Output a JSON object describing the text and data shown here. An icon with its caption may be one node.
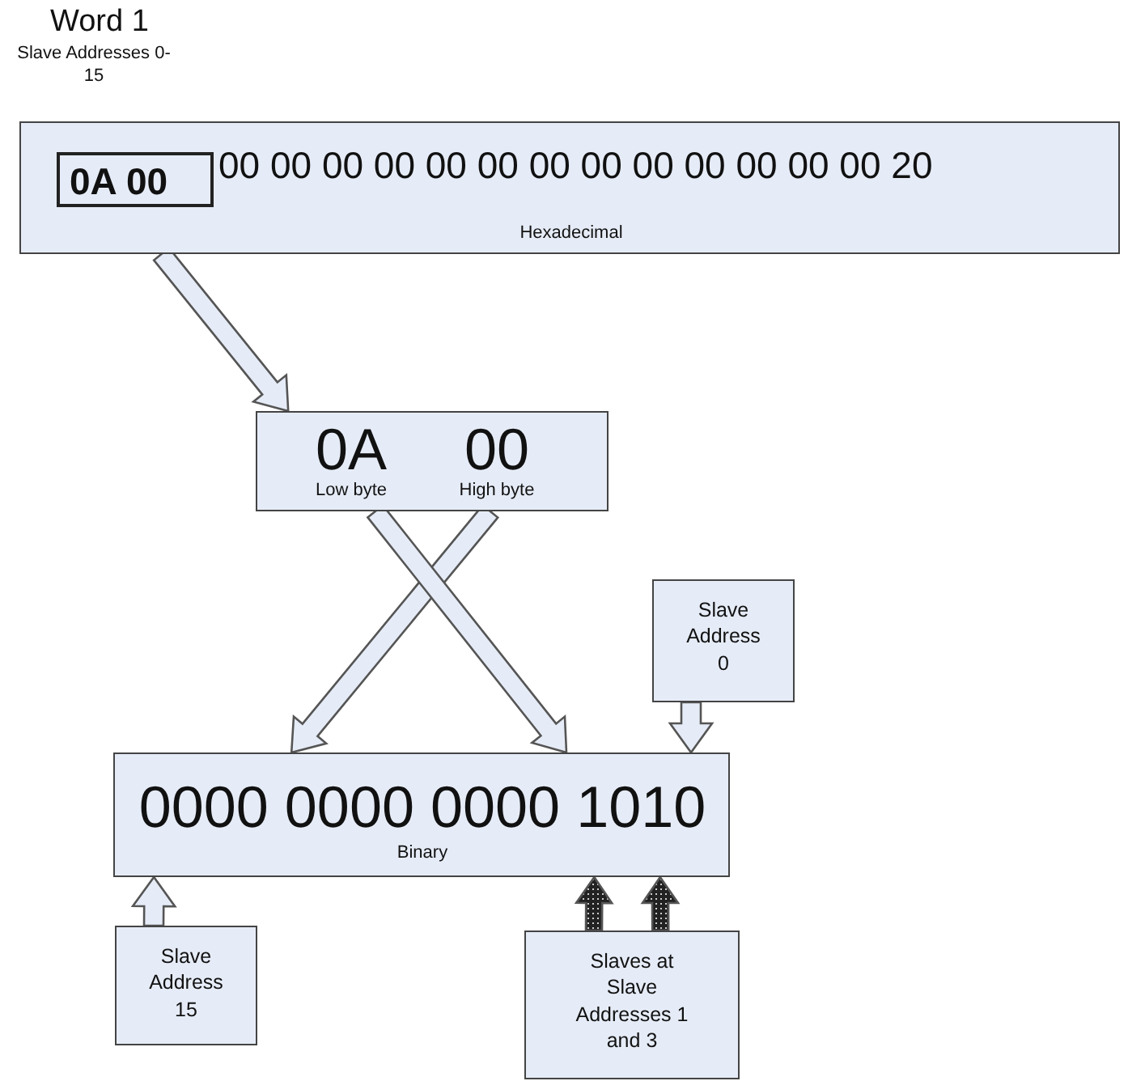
{
  "diagram": {
    "title": "Word 1",
    "nodes": [
      {
        "text": [
          "00 00 00 00 00 00 00 00 00 00 00 00 00 20",
          "Hexadecimal"
        ]
      },
      {
        "text": [
          "0A 00"
        ],
        "in": 0
      },
      {
        "text": [
          "0A",
          "00",
          "Low byte",
          "High byte"
        ]
      },
      {
        "text": [
          "0000 0000 0000 1010",
          "Binary"
        ]
      },
      {
        "text": [
          "Slave Address 0"
        ]
      },
      {
        "text": [
          "Slave Address 15"
        ]
      },
      {
        "text": [
          "Slaves at Slave Addresses 1 and 3"
        ]
      }
    ],
    "edges": [
      {
        "from": 0,
        "to": 2,
        "arrow": "to"
      },
      {
        "from": 2,
        "to": 3,
        "arrow": "to"
      },
      {
        "from": 2,
        "to": 3,
        "arrow": "to"
      },
      {
        "from": 4,
        "to": 3,
        "arrow": "to"
      },
      {
        "from": 5,
        "to": 3,
        "arrow": "to"
      },
      {
        "from": 6,
        "to": 3,
        "arrow": "to",
        "style": "thick"
      },
      {
        "from": 6,
        "to": 3,
        "arrow": "to",
        "style": "thick"
      }
    ],
    "labels": [
      "Slave Addresses 0-15"
    ]
  }
}
